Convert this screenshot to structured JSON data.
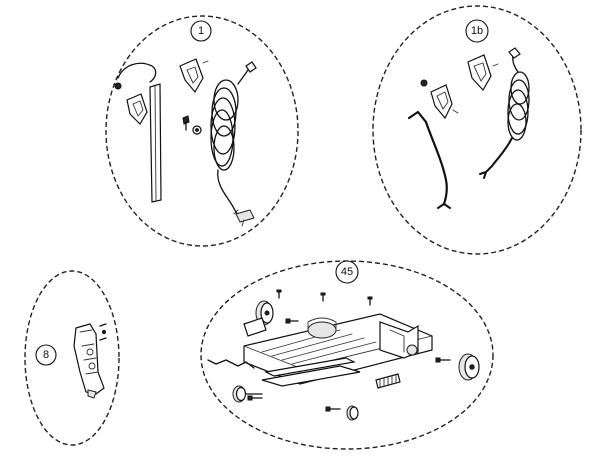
{
  "groups": [
    {
      "id": "g1",
      "label": "1"
    },
    {
      "id": "g1b",
      "label": "1b"
    },
    {
      "id": "g8",
      "label": "8"
    },
    {
      "id": "g45",
      "label": "45"
    }
  ],
  "line_color": "#111111"
}
